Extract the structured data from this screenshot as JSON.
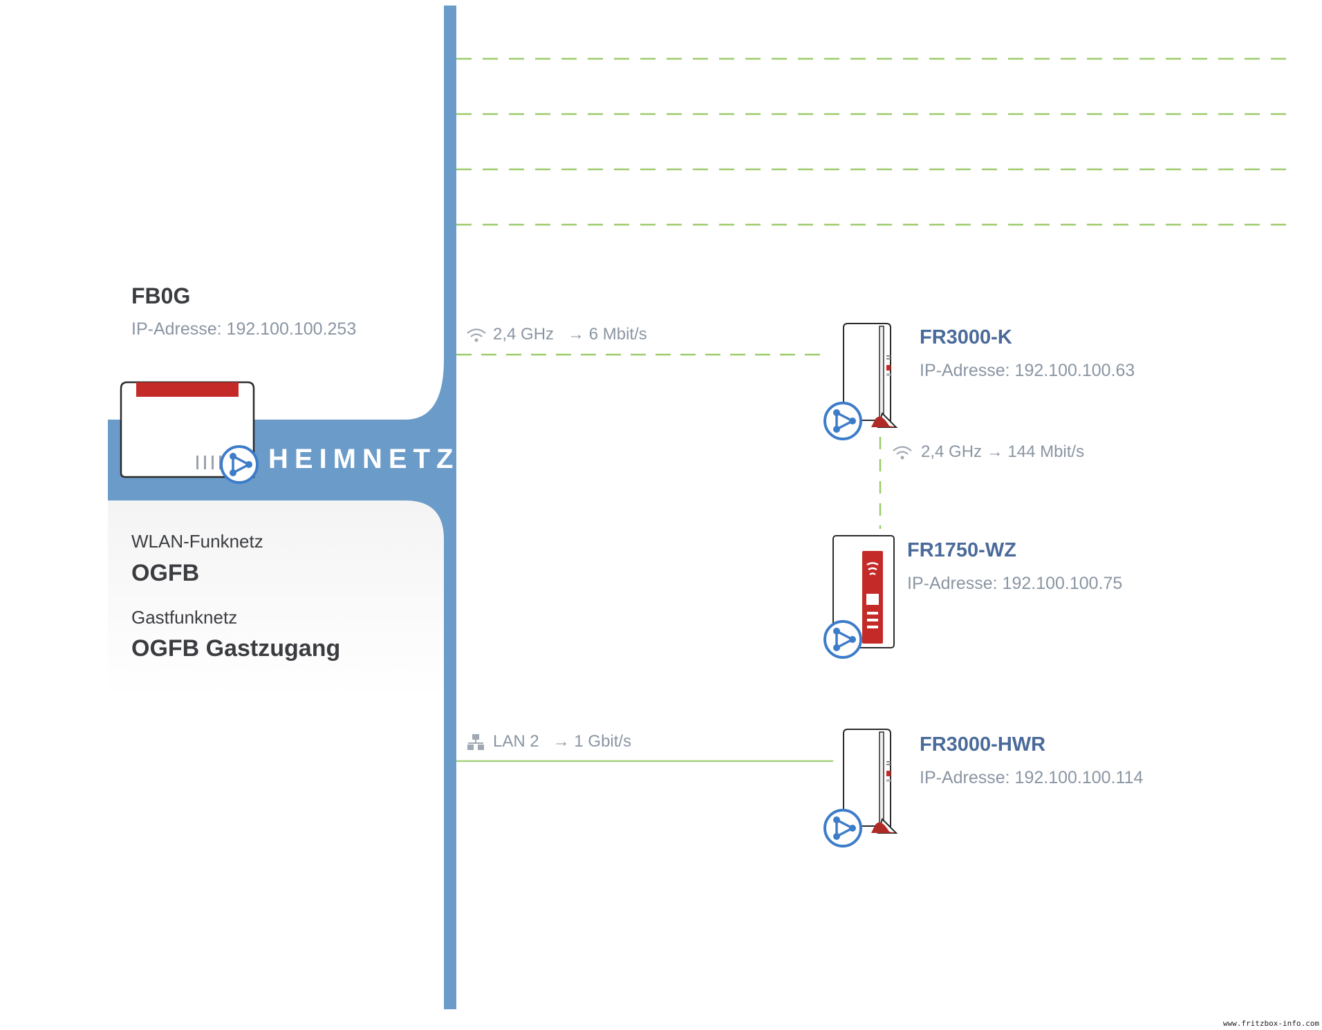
{
  "host": {
    "name": "FB0G",
    "ip": "IP-Adresse: 192.100.100.253"
  },
  "banner": {
    "label": "HEIMNETZ"
  },
  "networks": [
    {
      "label": "WLAN-Funknetz",
      "name": "OGFB"
    },
    {
      "label": "Gastfunknetz",
      "name": "OGFB Gastzugang"
    }
  ],
  "devices": [
    {
      "name": "FR3000-K",
      "ip": "IP-Adresse: 192.100.100.63",
      "icon": "repeater-3000-icon"
    },
    {
      "name": "FR1750-WZ",
      "ip": "IP-Adresse: 192.100.100.75",
      "icon": "repeater-1750-icon"
    },
    {
      "name": "FR3000-HWR",
      "ip": "IP-Adresse: 192.100.100.114",
      "icon": "repeater-3000-icon"
    }
  ],
  "connections": [
    {
      "from": "FB0G",
      "to": "FR3000-K",
      "medium": "2,4 GHz",
      "speed": "→ 6 Mbit/s",
      "type": "wifi",
      "icon": "wifi-icon"
    },
    {
      "from": "FR3000-K",
      "to": "FR1750-WZ",
      "medium": "2,4 GHz",
      "speed": "→ 144 Mbit/s",
      "type": "wifi",
      "icon": "wifi-icon"
    },
    {
      "from": "FB0G",
      "to": "FR3000-HWR",
      "medium": "LAN 2",
      "speed": "→ 1 Gbit/s",
      "type": "lan",
      "icon": "lan-icon"
    }
  ],
  "colors": {
    "trunk": "#6b9bc9",
    "wifi_link": "#9ccb6a",
    "lan_link": "#a8d27a",
    "device_name": "#4a6a9a",
    "device_red": "#c42a27",
    "mesh_icon": "#3d7cc9"
  },
  "watermark": "www.fritzbox-info.com"
}
